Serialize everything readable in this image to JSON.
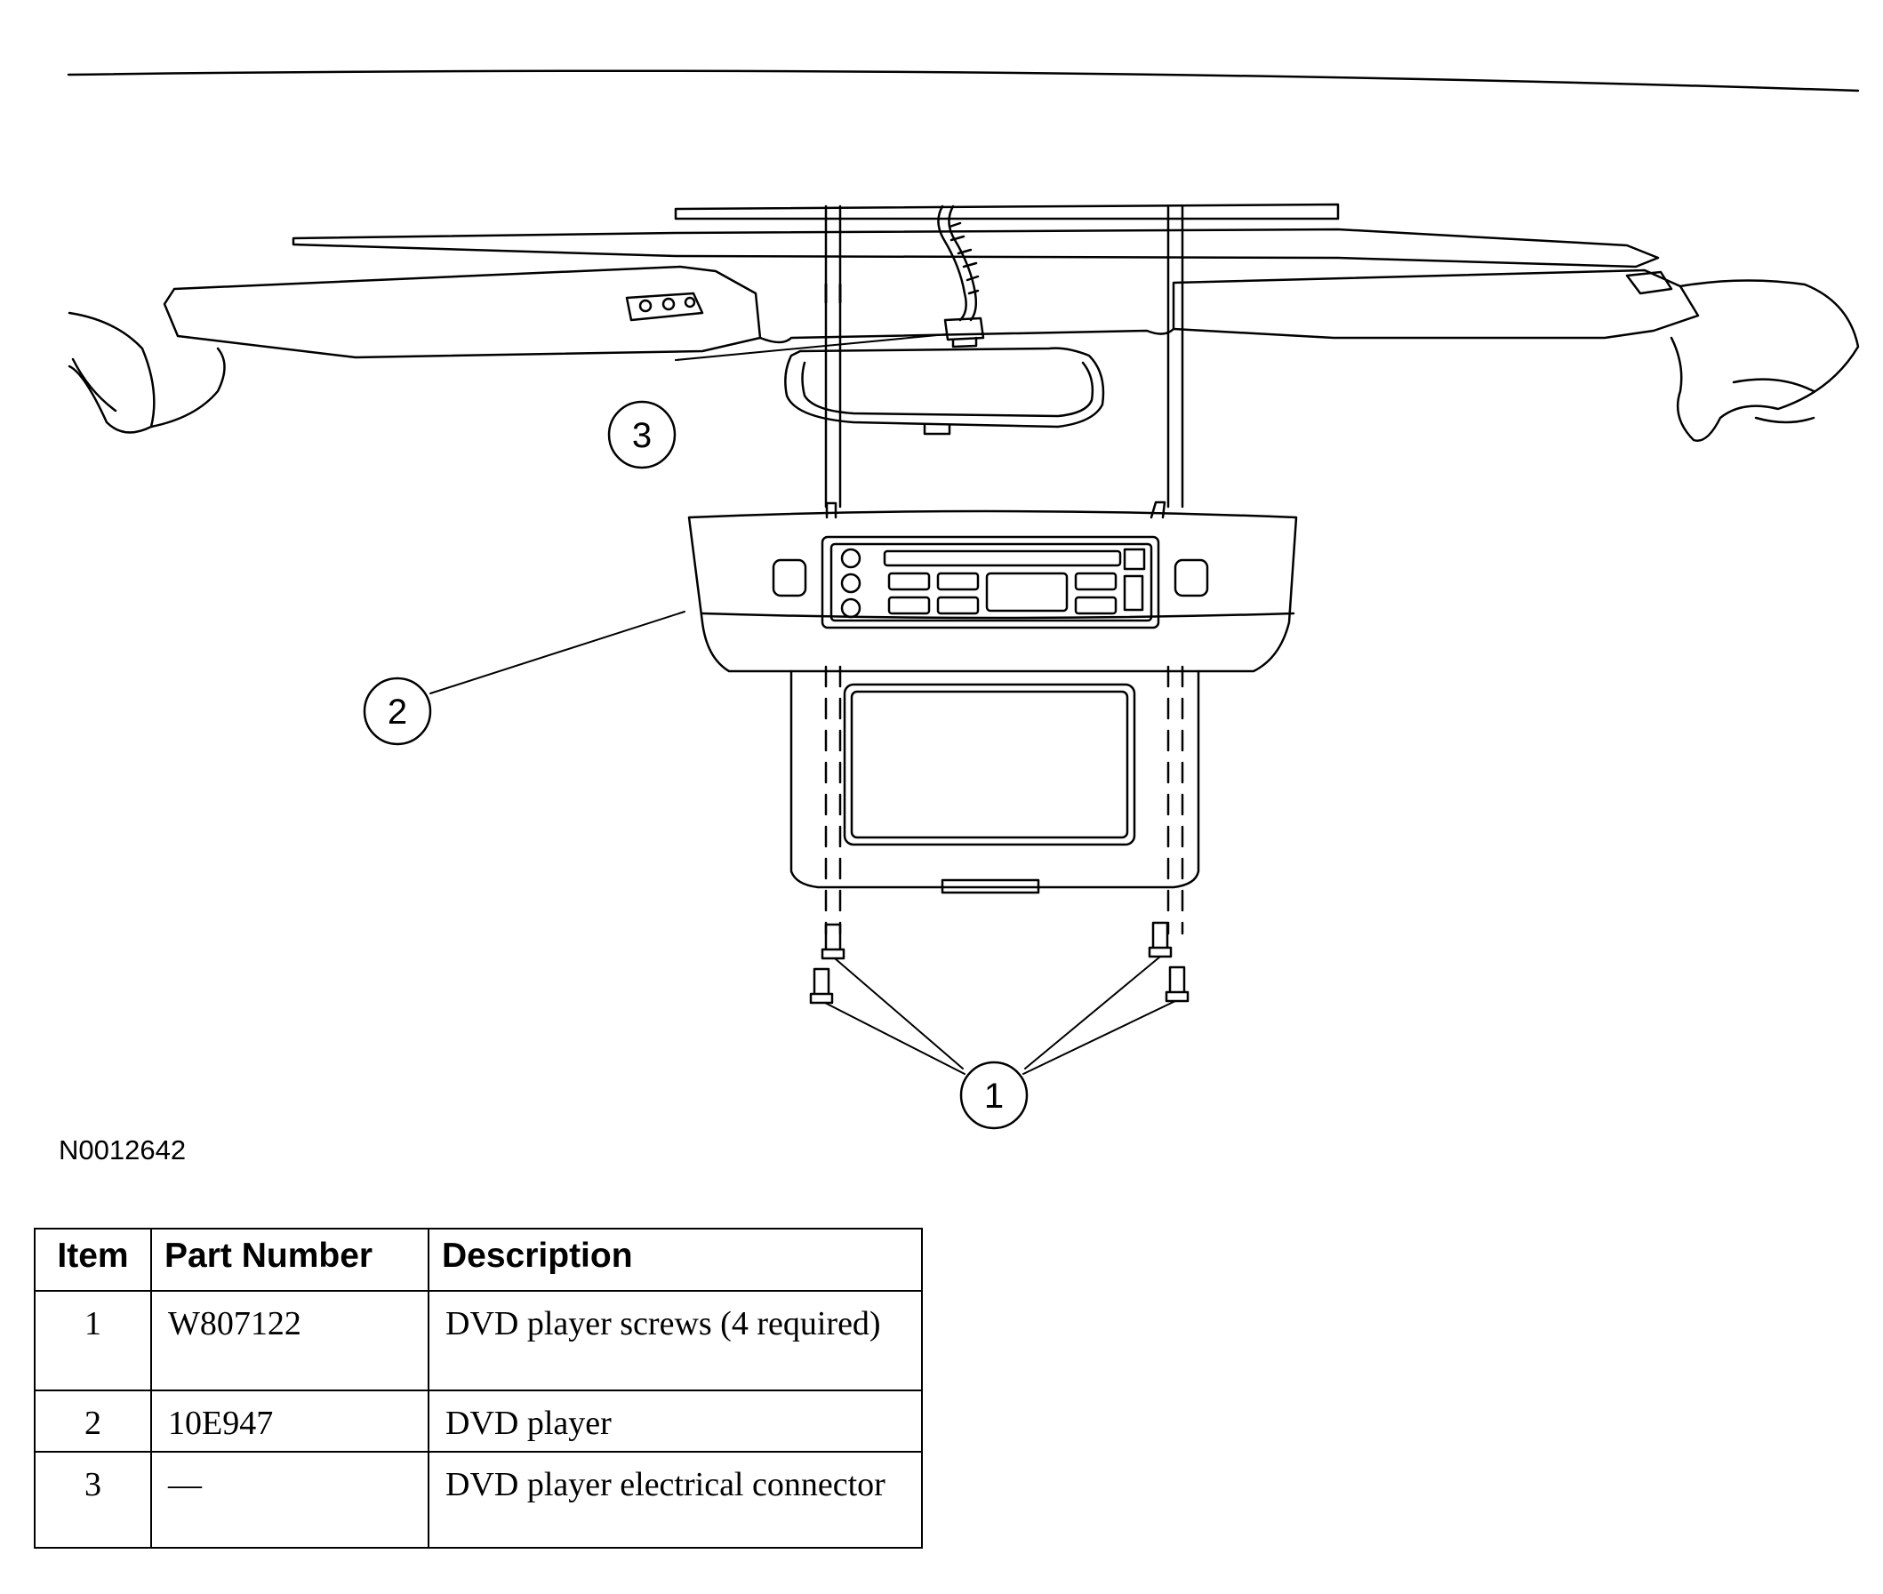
{
  "figure_id": "N0012642",
  "callouts": [
    "1",
    "2",
    "3"
  ],
  "table": {
    "headers": [
      "Item",
      "Part Number",
      "Description"
    ],
    "rows": [
      {
        "item": "1",
        "part_number": "W807122",
        "description": "DVD player screws (4 required)"
      },
      {
        "item": "2",
        "part_number": "10E947",
        "description": "DVD player"
      },
      {
        "item": "3",
        "part_number": "—",
        "description": "DVD player electrical connector"
      }
    ]
  }
}
